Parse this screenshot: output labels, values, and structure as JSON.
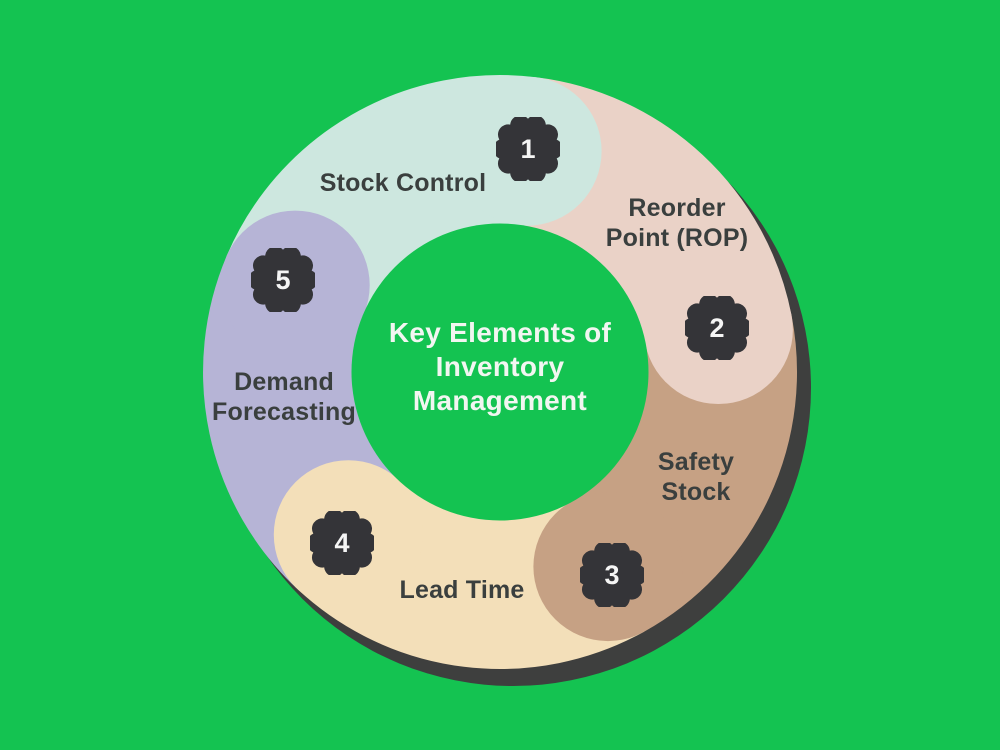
{
  "title": {
    "lines": [
      "Key Elements of",
      "Inventory",
      "Management"
    ]
  },
  "colors": {
    "background": "#14c351",
    "center_circle": "#14c351",
    "shadow": "#3e3f3e",
    "badge": "#343438",
    "badge_number": "#f5f5f5",
    "label_text": "#3a3f3e",
    "title_text": "#f2f6f1"
  },
  "segments": [
    {
      "number": "1",
      "label": "Stock Control",
      "lines": [
        "Stock Control"
      ],
      "color": "#cde7df"
    },
    {
      "number": "2",
      "label": "Reorder Point (ROP)",
      "lines": [
        "Reorder",
        "Point (ROP)"
      ],
      "color": "#ead2c7"
    },
    {
      "number": "3",
      "label": "Safety Stock",
      "lines": [
        "Safety",
        "Stock"
      ],
      "color": "#c6a184"
    },
    {
      "number": "4",
      "label": "Lead Time",
      "lines": [
        "Lead Time"
      ],
      "color": "#f3dfb9"
    },
    {
      "number": "5",
      "label": "Demand Forecasting",
      "lines": [
        "Demand",
        "Forecasting"
      ],
      "color": "#b6b4d6"
    }
  ]
}
